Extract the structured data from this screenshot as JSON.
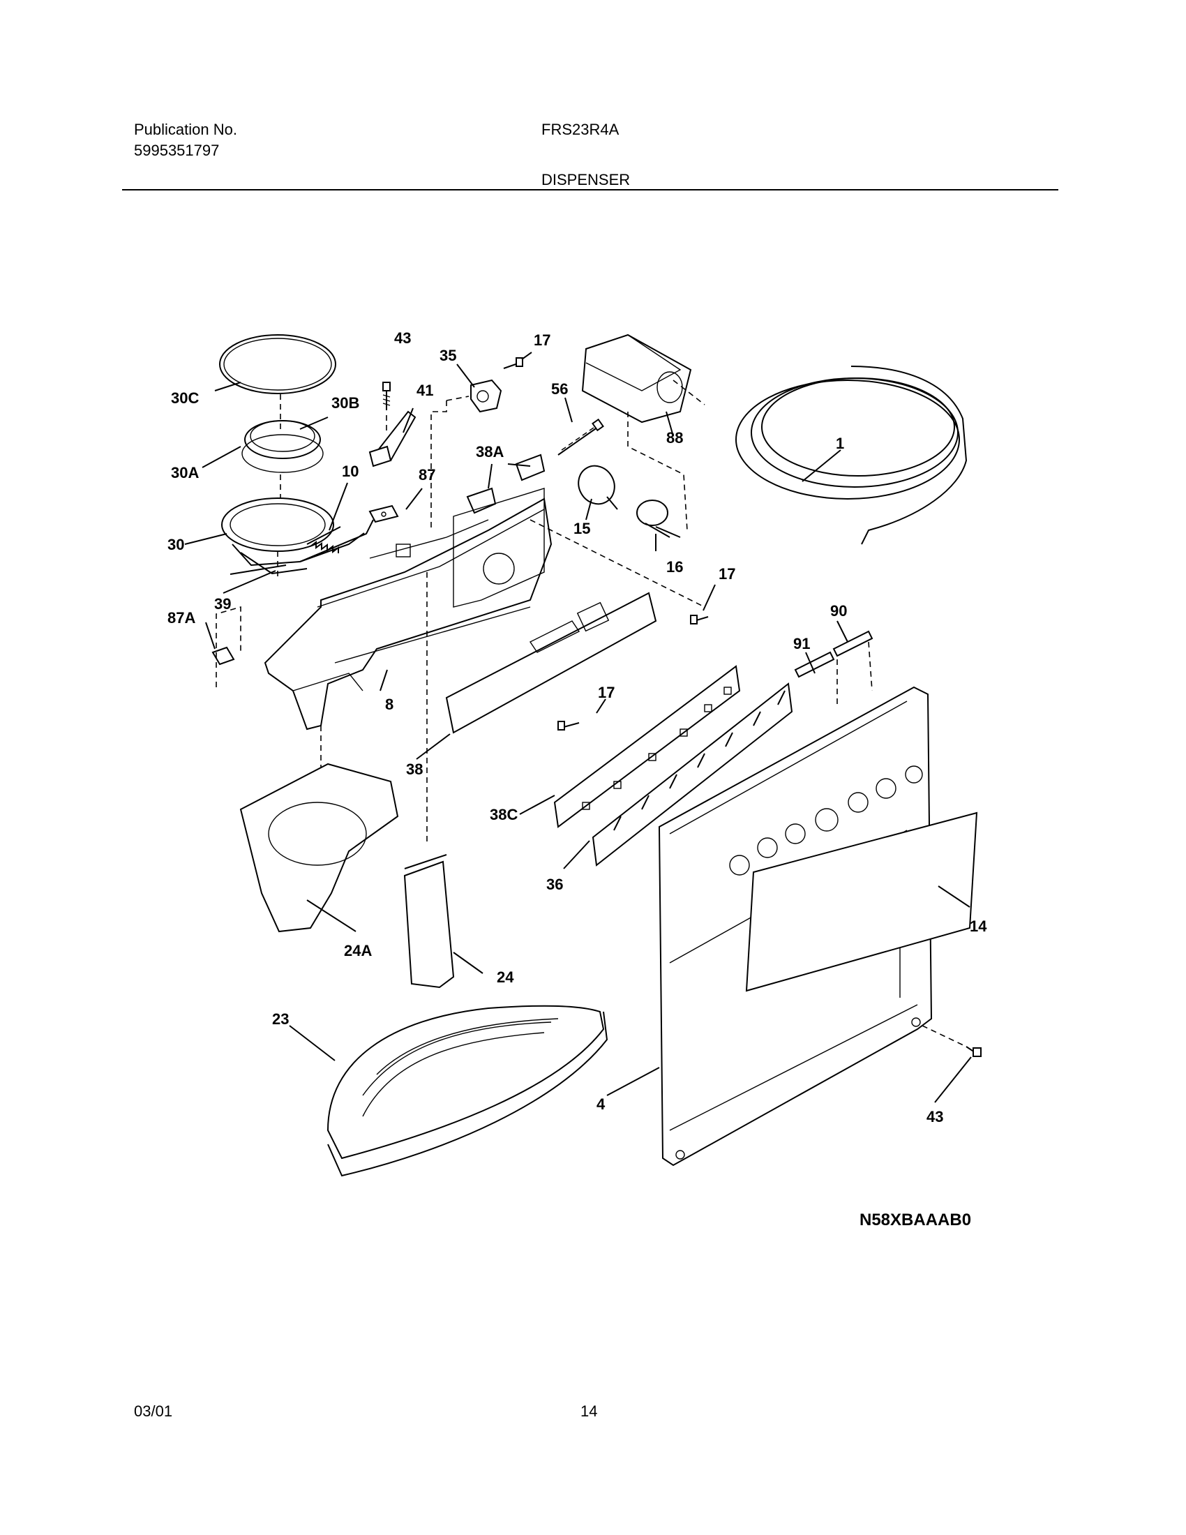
{
  "header": {
    "publication_label": "Publication No.",
    "publication_number": "5995351797",
    "model": "FRS23R4A",
    "section": "DISPENSER"
  },
  "diagram": {
    "callouts": [
      "43",
      "35",
      "17",
      "56",
      "88",
      "30C",
      "30B",
      "41",
      "38A",
      "30A",
      "10",
      "87",
      "1",
      "15",
      "30",
      "16",
      "17",
      "39",
      "87A",
      "90",
      "91",
      "8",
      "17",
      "38",
      "38C",
      "36",
      "14",
      "24A",
      "24",
      "23",
      "4",
      "43"
    ],
    "drawing_code": "N58XBAAAB0"
  },
  "footer": {
    "date": "03/01",
    "page": "14"
  }
}
